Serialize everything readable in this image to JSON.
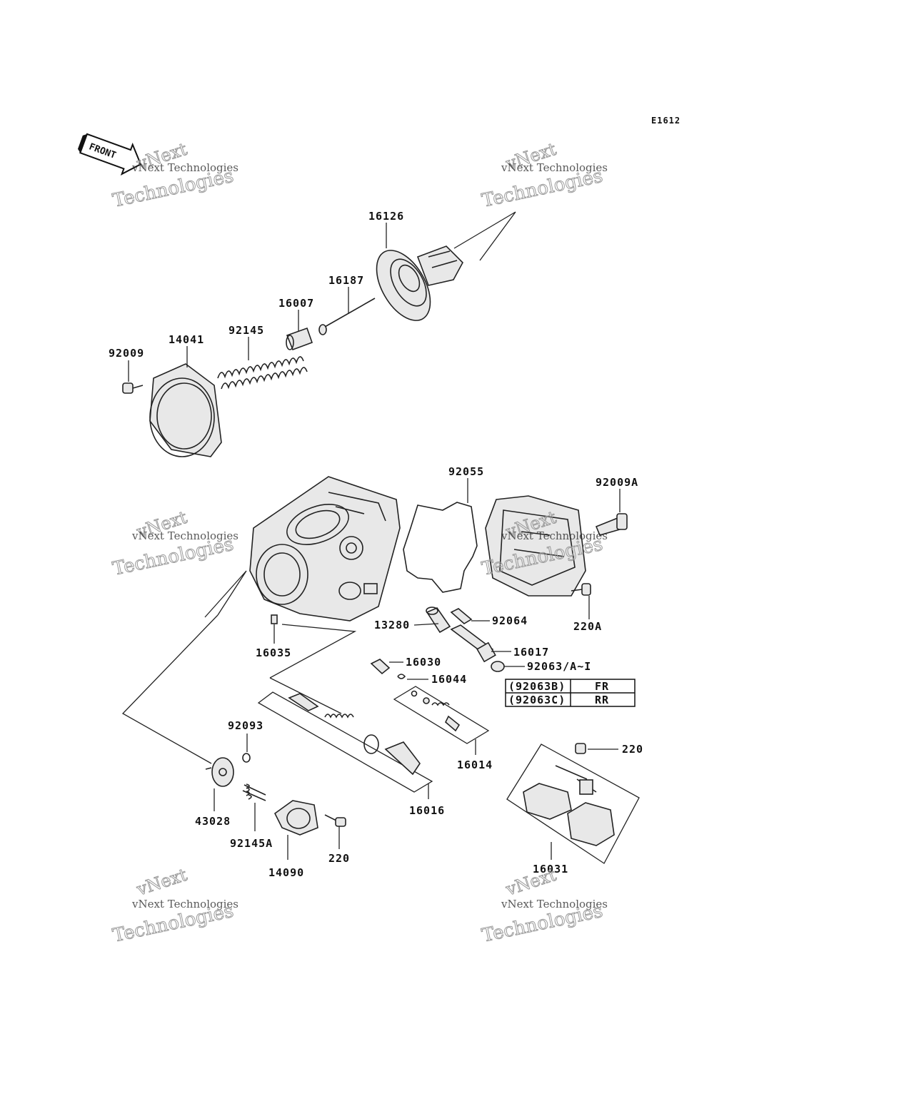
{
  "diagram_code": "E1612",
  "front_arrow_label": "FRONT",
  "watermark": {
    "line1": "vNext Technologies",
    "line2": "Technologies",
    "line3": "vNext"
  },
  "parts": {
    "p16126": "16126",
    "p16187": "16187",
    "p16007": "16007",
    "p92145": "92145",
    "p14041": "14041",
    "p92009": "92009",
    "p92055": "92055",
    "p92009A": "92009A",
    "p220A": "220A",
    "p92064": "92064",
    "p13280": "13280",
    "p16017": "16017",
    "p16035": "16035",
    "p16030": "16030",
    "p92063": "92063/A~I",
    "p16044": "16044",
    "p92093": "92093",
    "p16014": "16014",
    "p220a": "220",
    "p43028": "43028",
    "p16016": "16016",
    "p92145A": "92145A",
    "p14090": "14090",
    "p220b": "220",
    "p16031": "16031"
  },
  "legend_table": {
    "rows": [
      {
        "code": "(92063B)",
        "position": "FR"
      },
      {
        "code": "(92063C)",
        "position": "RR"
      }
    ]
  }
}
